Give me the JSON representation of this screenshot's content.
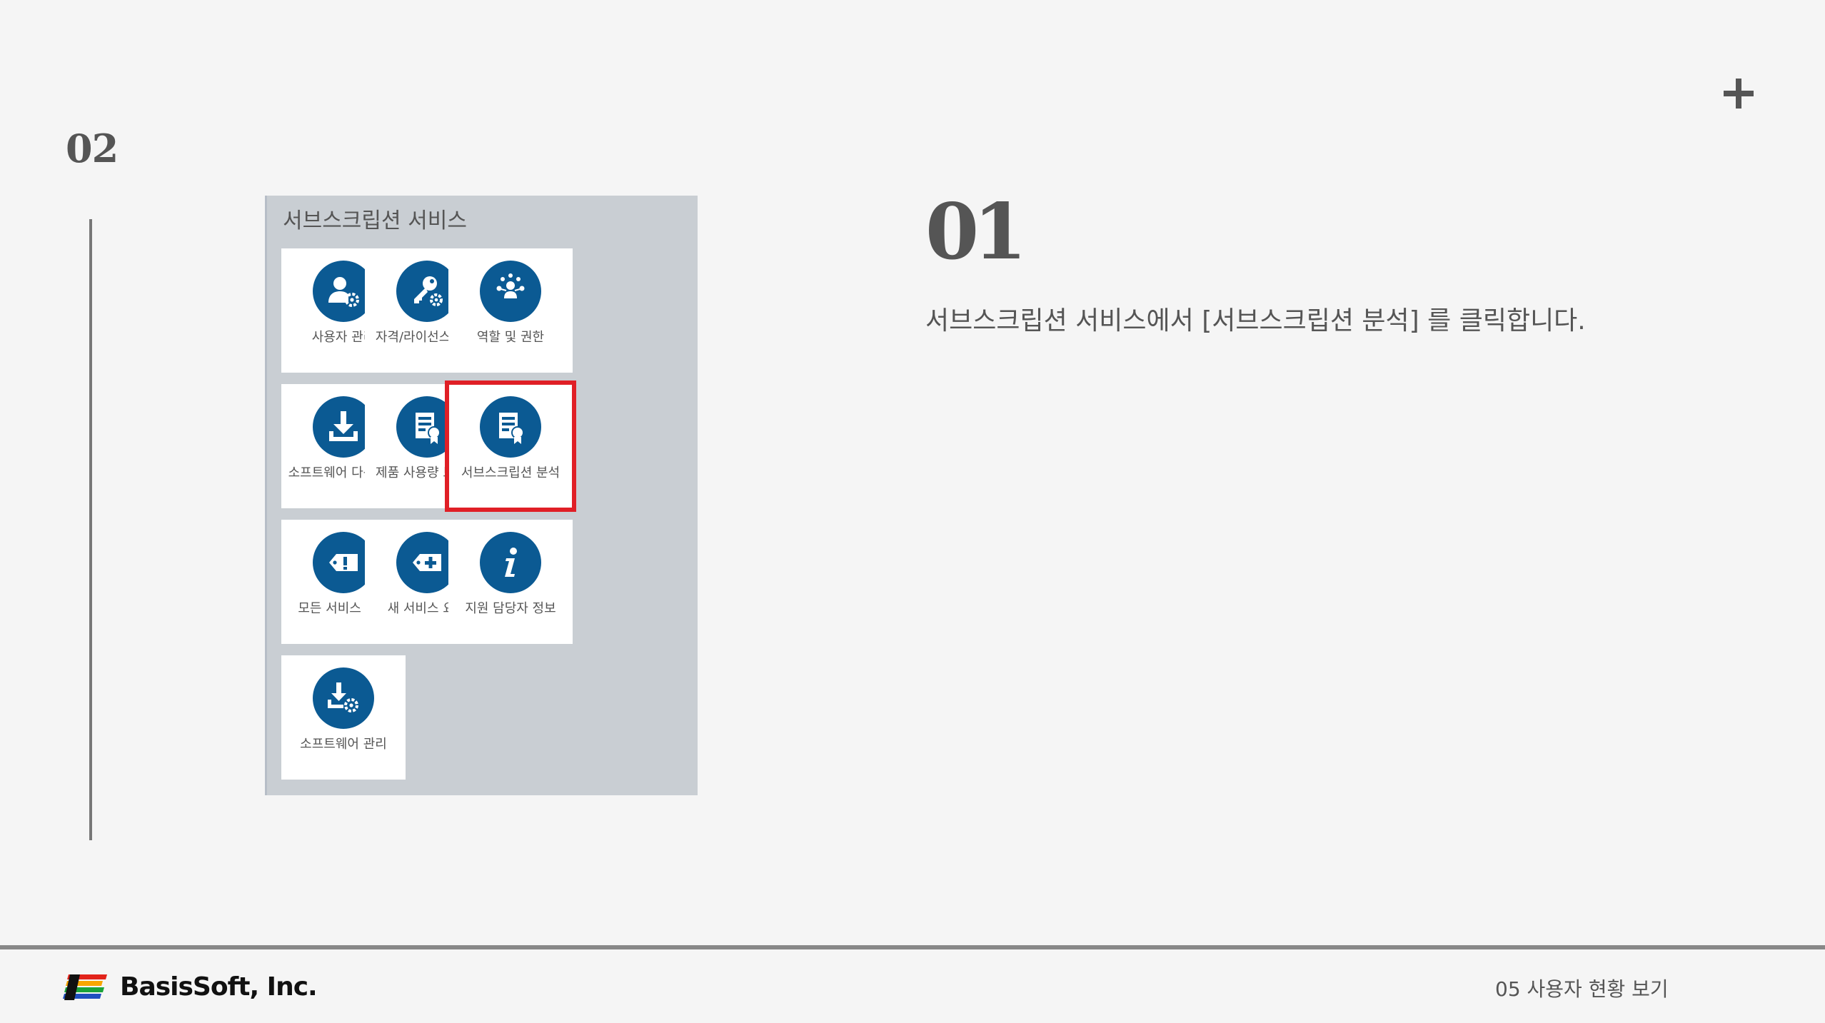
{
  "page": {
    "number": "02"
  },
  "panel": {
    "title": "서브스크립션 서비스",
    "tiles": [
      {
        "label": "사용자 관리",
        "icon": "user-gear-icon"
      },
      {
        "label": "자격/라이선스 관리",
        "icon": "key-gear-icon"
      },
      {
        "label": "역할 및 권한",
        "icon": "people-network-icon"
      },
      {
        "label": "소프트웨어 다운로드",
        "icon": "download-icon"
      },
      {
        "label": "제품 사용량 보고서",
        "icon": "report-certificate-icon"
      },
      {
        "label": "서브스크립션 분석",
        "icon": "report-certificate-icon",
        "selected": true
      },
      {
        "label": "모든 서비스 요청",
        "icon": "ticket-alert-icon"
      },
      {
        "label": "새 서비스 요청",
        "icon": "ticket-add-icon"
      },
      {
        "label": "지원 담당자 정보",
        "icon": "info-icon"
      },
      {
        "label": "소프트웨어 관리",
        "icon": "download-gear-icon"
      }
    ]
  },
  "step": {
    "number": "01",
    "description": "서브스크립션 서비스에서 [서브스크립션 분석] 를 클릭합니다."
  },
  "footer": {
    "company": "BasisSoft, Inc.",
    "section": "05  사용자 현황 보기"
  },
  "colors": {
    "tile_icon_bg": "#0b5a93",
    "highlight": "#e01f26"
  }
}
